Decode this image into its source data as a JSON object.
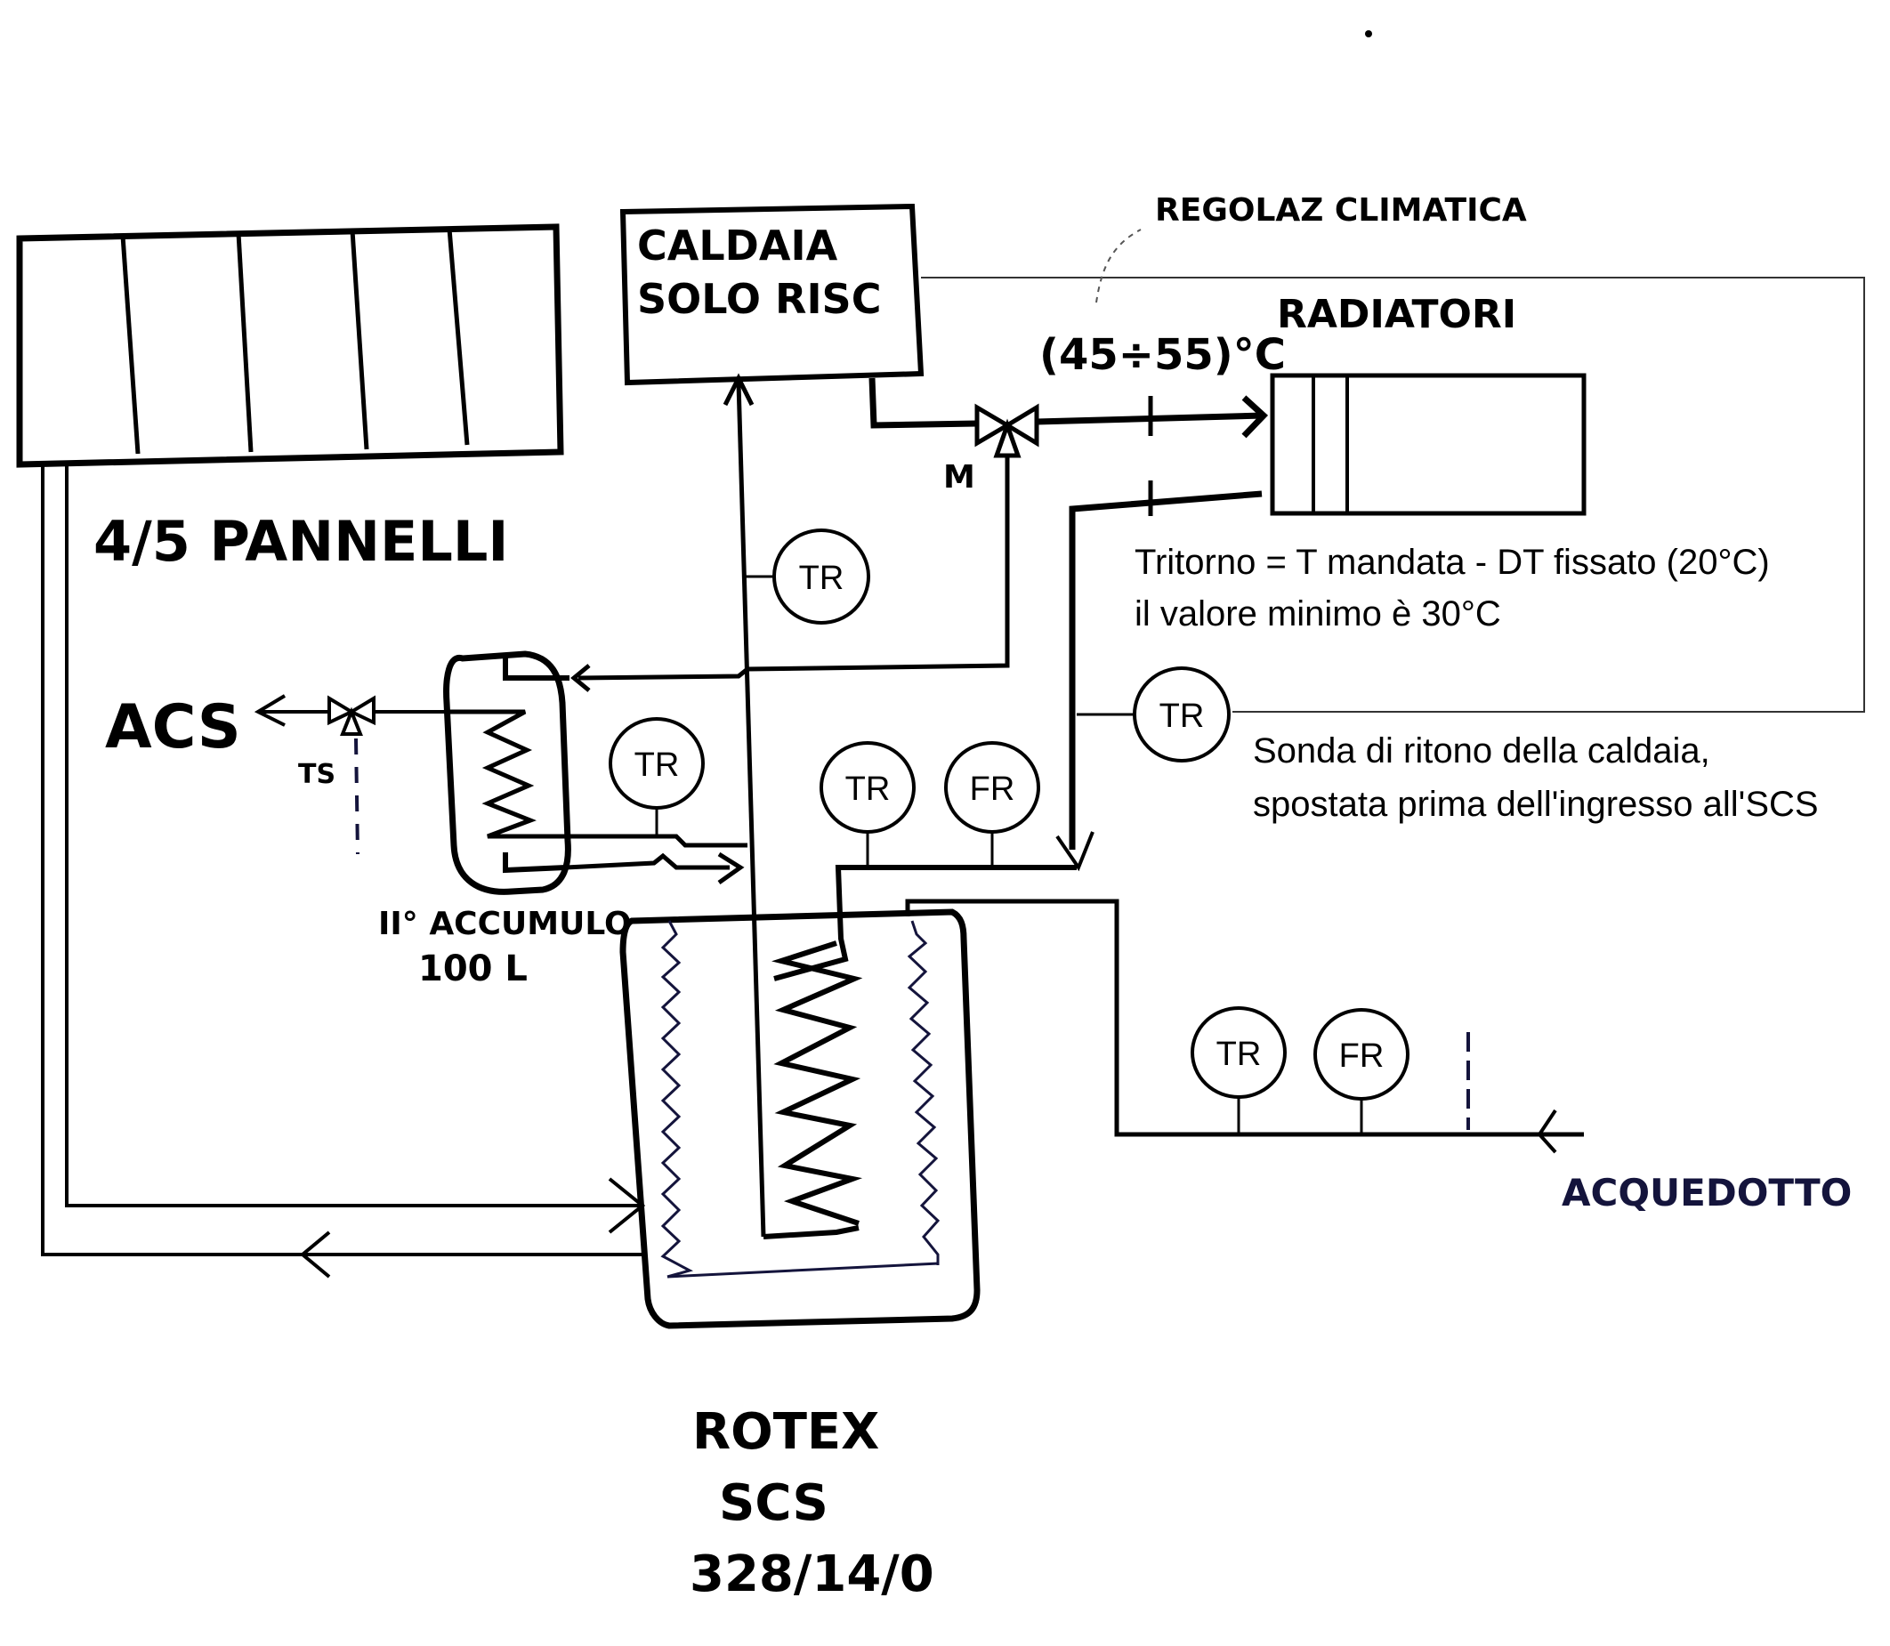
{
  "labels": {
    "panels": "4/5  PANNELLI",
    "boiler_line1": "CALDAIA",
    "boiler_line2": "SOLO  RISC",
    "climate_control": "REGOLAZ  CLIMATICA",
    "temperature_range": "(45÷55)°C",
    "radiators": "RADIATORI",
    "mixing_valve": "M",
    "dhw": "ACS",
    "thermostatic_valve": "TS",
    "secondary_tank_line1": "II° ACCUMULO",
    "secondary_tank_line2": "100 L",
    "aqueduct": "ACQUEDOTTO",
    "main_tank_line1": "ROTEX",
    "main_tank_line2": "SCS",
    "main_tank_line3": "328/14/0"
  },
  "notes": {
    "return_formula_line1": "Tritorno = T mandata - DT fissato (20°C)",
    "return_formula_line2": "il valore minimo è 30°C",
    "probe_note_line1": "Sonda di ritono della caldaia,",
    "probe_note_line2": "spostata prima dell'ingresso all'SCS"
  },
  "sensors": [
    {
      "id": "boiler-return",
      "label": "TR"
    },
    {
      "id": "probe-moved",
      "label": "TR"
    },
    {
      "id": "tank-outlet",
      "label": "TR"
    },
    {
      "id": "scs-inlet-temp",
      "label": "TR"
    },
    {
      "id": "scs-inlet-flow",
      "label": "FR"
    },
    {
      "id": "aqueduct-temp",
      "label": "TR"
    },
    {
      "id": "aqueduct-flow",
      "label": "FR"
    }
  ],
  "colors": {
    "ink": "#000000",
    "blue_ink": "#14143c",
    "thin_line": "#333333"
  }
}
